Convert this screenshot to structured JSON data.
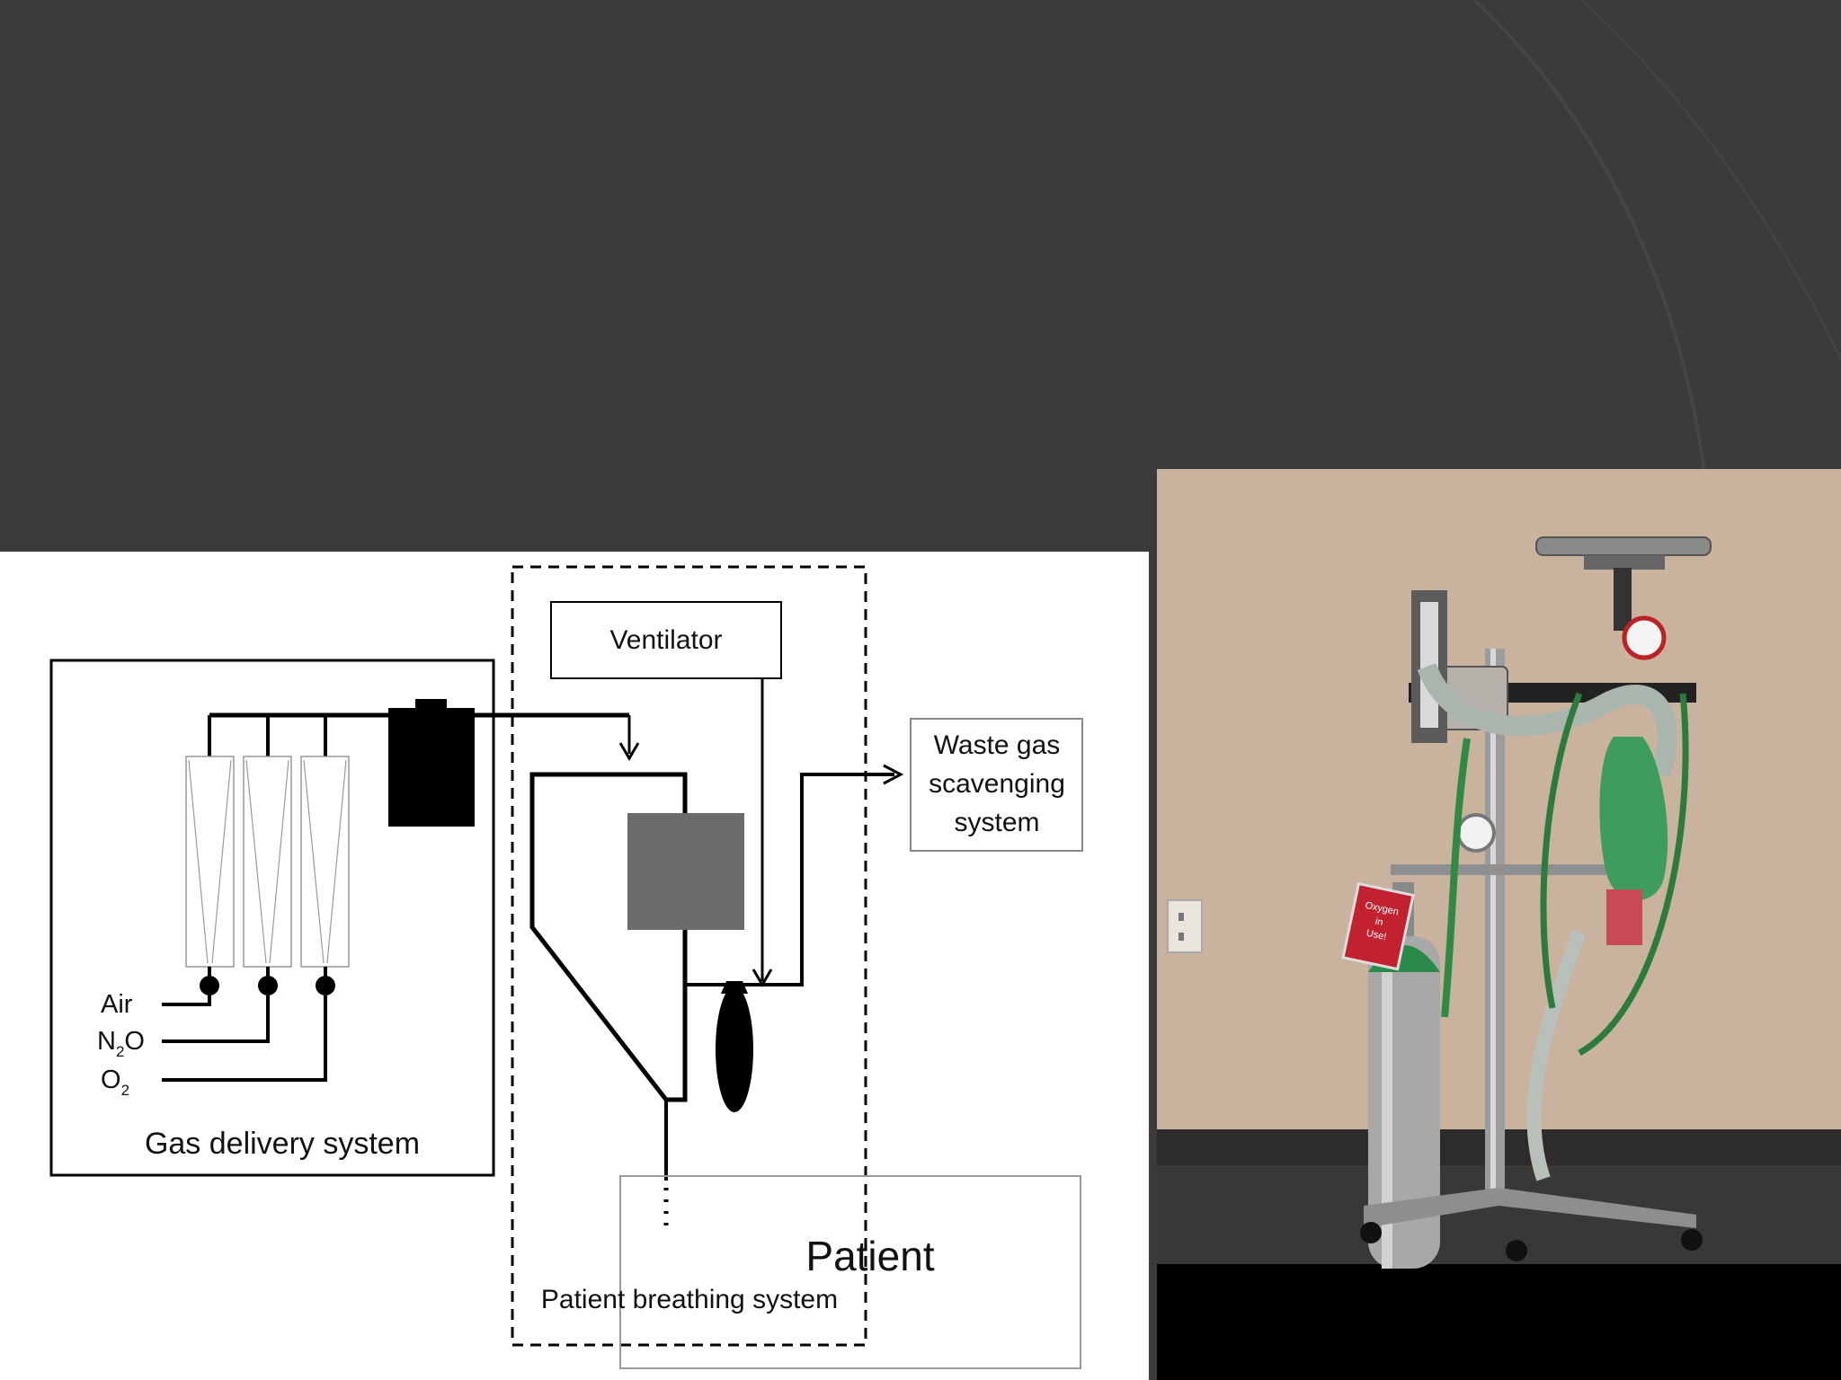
{
  "slide": {
    "background_color": "#3b3b3c",
    "title": ""
  },
  "diagram": {
    "gas_delivery_label": "Gas delivery system",
    "gases": [
      {
        "name": "Air",
        "sub": ""
      },
      {
        "name": "N",
        "sub": "2",
        "suffix": "O"
      },
      {
        "name": "O",
        "sub": "2",
        "suffix": ""
      }
    ],
    "ventilator_label": "Ventilator",
    "waste_gas_label": [
      "Waste gas",
      "scavenging",
      "system"
    ],
    "patient_label": "Patient",
    "breathing_system_label": "Patient breathing system"
  },
  "photo": {
    "subject": "anesthesia-machine-photo",
    "tag_text": [
      "Oxygen",
      "in",
      "Use!"
    ]
  }
}
